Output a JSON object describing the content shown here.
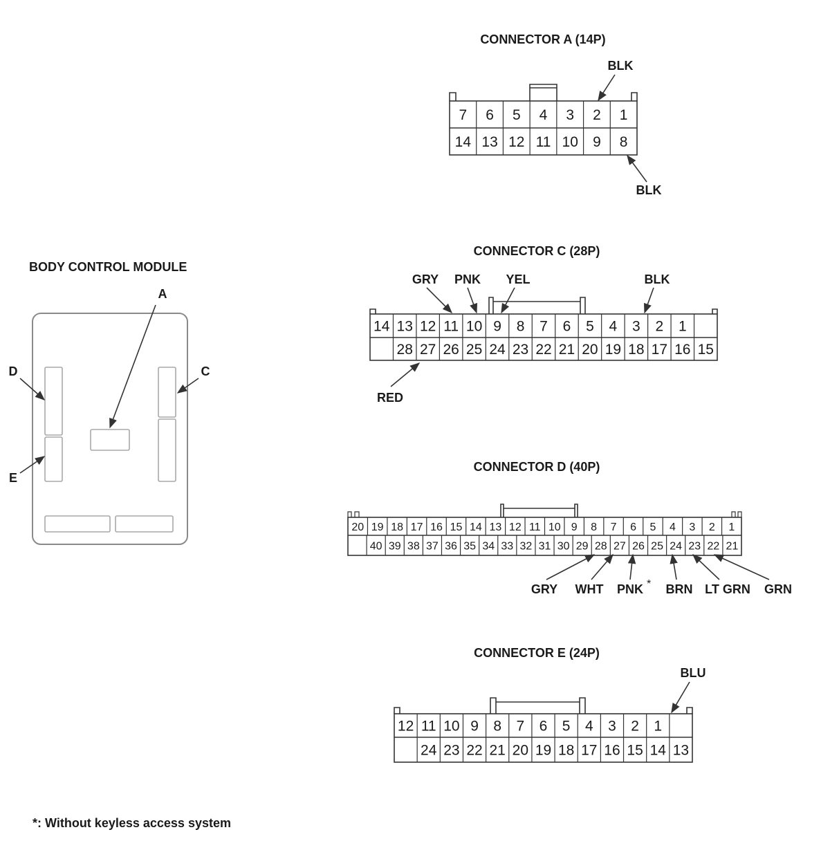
{
  "module": {
    "title": "BODY CONTROL MODULE",
    "labels": {
      "A": "A",
      "C": "C",
      "D": "D",
      "E": "E"
    }
  },
  "connectors": {
    "A": {
      "title": "CONNECTOR A (14P)",
      "top_row": [
        "7",
        "6",
        "5",
        "4",
        "3",
        "2",
        "1"
      ],
      "bottom_row": [
        "14",
        "13",
        "12",
        "11",
        "10",
        "9",
        "8"
      ],
      "wires": [
        {
          "pin": "2",
          "color": "BLK"
        },
        {
          "pin": "8",
          "color": "BLK"
        }
      ]
    },
    "C": {
      "title": "CONNECTOR C (28P)",
      "top_row": [
        "14",
        "13",
        "12",
        "11",
        "10",
        "9",
        "8",
        "7",
        "6",
        "5",
        "4",
        "3",
        "2",
        "1",
        ""
      ],
      "bottom_row": [
        "",
        "28",
        "27",
        "26",
        "25",
        "24",
        "23",
        "22",
        "21",
        "20",
        "19",
        "18",
        "17",
        "16",
        "15"
      ],
      "wires": [
        {
          "pin": "11",
          "color": "GRY"
        },
        {
          "pin": "10",
          "color": "PNK"
        },
        {
          "pin": "9",
          "color": "YEL"
        },
        {
          "pin": "3",
          "color": "BLK"
        },
        {
          "pin": "27",
          "color": "RED"
        }
      ]
    },
    "D": {
      "title": "CONNECTOR D (40P)",
      "top_row": [
        "20",
        "19",
        "18",
        "17",
        "16",
        "15",
        "14",
        "13",
        "12",
        "11",
        "10",
        "9",
        "8",
        "7",
        "6",
        "5",
        "4",
        "3",
        "2",
        "1"
      ],
      "bottom_row": [
        "",
        "40",
        "39",
        "38",
        "37",
        "36",
        "35",
        "34",
        "33",
        "32",
        "31",
        "30",
        "29",
        "28",
        "27",
        "26",
        "25",
        "24",
        "23",
        "22",
        "21"
      ],
      "wires": [
        {
          "pin": "28",
          "color": "GRY"
        },
        {
          "pin": "27",
          "color": "WHT"
        },
        {
          "pin": "26",
          "color": "PNK",
          "mark": "*"
        },
        {
          "pin": "24",
          "color": "BRN"
        },
        {
          "pin": "23",
          "color": "LT GRN"
        },
        {
          "pin": "22",
          "color": "GRN"
        }
      ]
    },
    "E": {
      "title": "CONNECTOR E (24P)",
      "top_row": [
        "12",
        "11",
        "10",
        "9",
        "8",
        "7",
        "6",
        "5",
        "4",
        "3",
        "2",
        "1",
        ""
      ],
      "bottom_row": [
        "",
        "24",
        "23",
        "22",
        "21",
        "20",
        "19",
        "18",
        "17",
        "16",
        "15",
        "14",
        "13"
      ],
      "wires": [
        {
          "pin": "1",
          "color": "BLU"
        }
      ]
    }
  },
  "footnote": "*: Without keyless access system"
}
